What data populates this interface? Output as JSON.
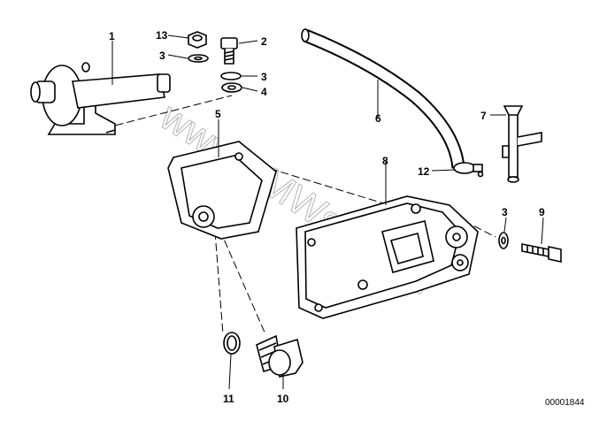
{
  "watermark": "www.BMWstore.pl",
  "diagram_code": "00001844",
  "callouts": {
    "p1": "1",
    "p2": "2",
    "p3a": "3",
    "p3b": "3",
    "p3c": "3",
    "p4": "4",
    "p5": "5",
    "p6": "6",
    "p7": "7",
    "p8": "8",
    "p9": "9",
    "p10": "10",
    "p11": "11",
    "p12": "12",
    "p13": "13"
  }
}
